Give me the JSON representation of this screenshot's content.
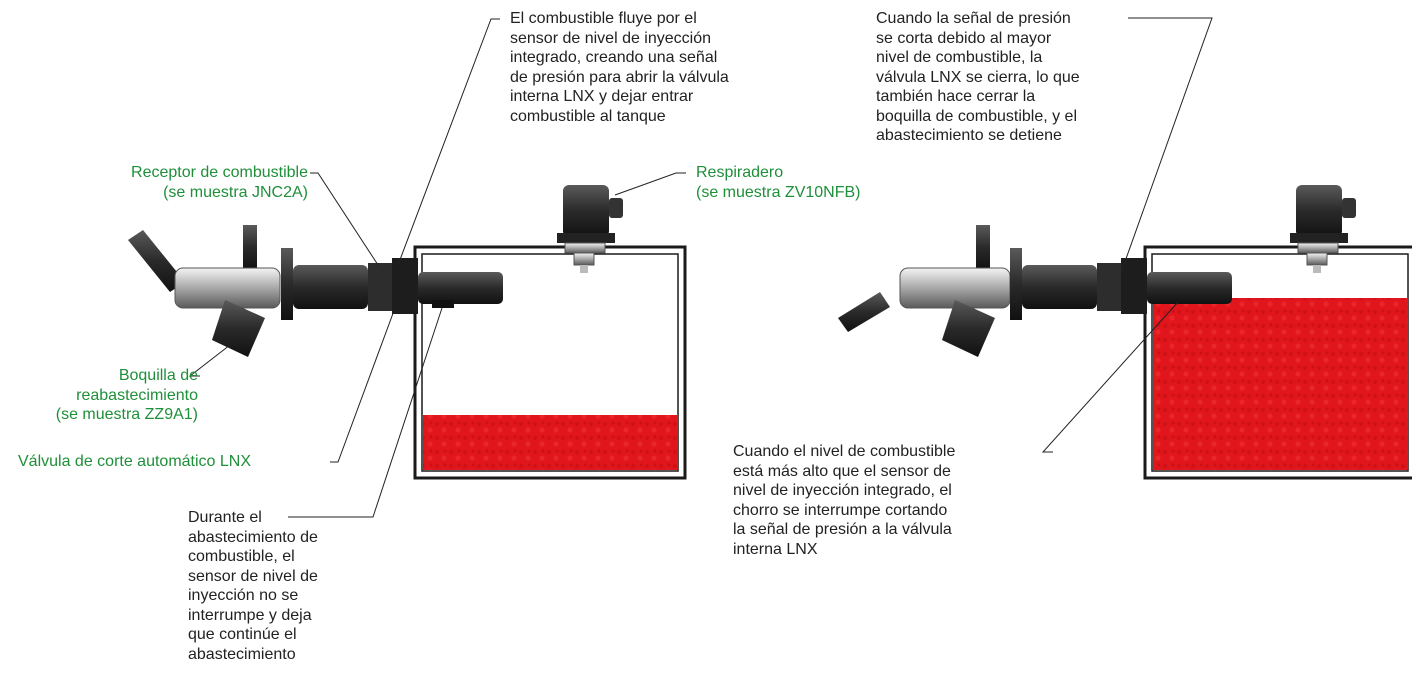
{
  "labels": {
    "flow_desc": "El combustible fluye por el\nsensor de nivel de inyección\nintegrado, creando una señal\nde presión para abrir la válvula\ninterna LNX y dejar entrar\ncombustible al tanque",
    "receptor": "Receptor de combustible\n(se muestra JNC2A)",
    "respiradero": "Respiradero\n(se muestra ZV10NFB)",
    "boquilla": "Boquilla de\nreabastecimiento\n(se muestra ZZ9A1)",
    "valvula": "Válvula de corte automático LNX",
    "durante": "Durante el\nabastecimiento de\ncombustible, el\nsensor de nivel de\ninyección no se\ninterrumpe y deja\nque continúe el\nabastecimiento",
    "cuando_senal": "Cuando la señal de presión\nse corta debido al mayor\nnivel de combustible, la\nválvula LNX se cierra, lo que\ntambién hace cerrar la\nboquilla de combustible, y el\nabastecimiento se detiene",
    "cuando_nivel": "Cuando el nivel de combustible\nestá más alto que el sensor de\nnivel de inyección integrado, el\nchorro se interrumpe cortando\nla señal de presión a la válvula\ninterna LNX"
  },
  "colors": {
    "fuel": "#e0161c",
    "green_label": "#1f8f3a",
    "tank_outline": "#1a1a1a"
  }
}
